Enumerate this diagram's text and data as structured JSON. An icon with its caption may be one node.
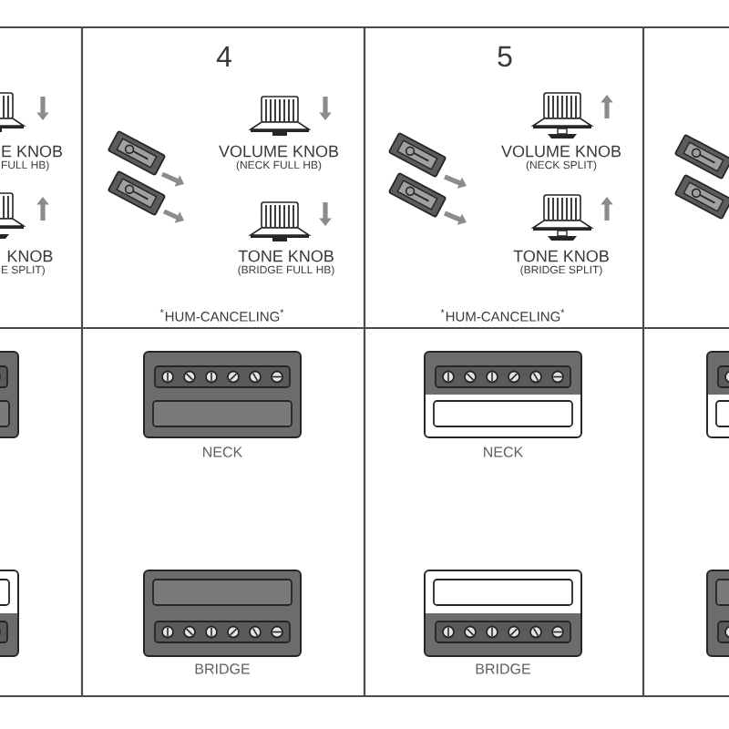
{
  "diagram": {
    "labels": [
      "4",
      "5",
      "E KNOB",
      "FULL HB)",
      "VOLUME KNOB",
      "(NECK FULL HB)",
      "VOLUME KNOB",
      "(NECK SPLIT)",
      "KNOB",
      "E SPLIT)",
      "TONE KNOB",
      "(BRIDGE FULL HB)",
      "TONE KNOB",
      "(BRIDGE SPLIT)",
      "$^{*}$HUM-CANCELING$^{*}$",
      "$^{*}$HUM-CANCELING$^{*}$",
      "NECK",
      "NECK",
      "BRIDGE",
      "BRIDGE"
    ]
  }
}
